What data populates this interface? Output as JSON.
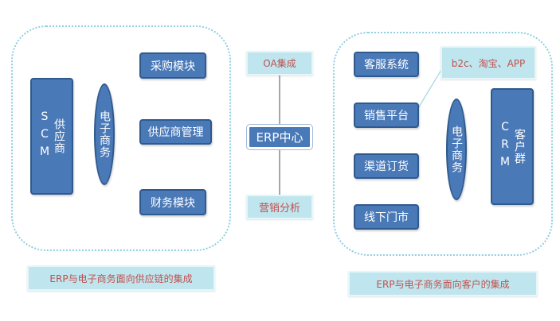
{
  "supply_side": {
    "supplier_label": "供应商",
    "scm_label": "SCM",
    "ecommerce_label": "电子商务",
    "modules": [
      "采购模块",
      "供应商管理",
      "财务模块"
    ],
    "caption": "ERP与电子商务面向供应链的集成"
  },
  "center": {
    "oa": "OA集成",
    "erp": "ERP中心",
    "marketing": "营销分析"
  },
  "customer_side": {
    "channels": [
      "客服系统",
      "销售平台",
      "渠道订货",
      "线下门市"
    ],
    "callout": "b2c、淘宝、APP",
    "ecommerce_label": "电子商务",
    "customer_label": "客户群",
    "crm_label": "CRM",
    "caption": "ERP与电子商务面向客户的集成"
  },
  "colors": {
    "box_fill": "#4a79b8",
    "box_border": "#2f5a8e",
    "light_fill": "#bfe6ee",
    "light_text": "#c0504d",
    "group_border": "#8ecfe0"
  }
}
